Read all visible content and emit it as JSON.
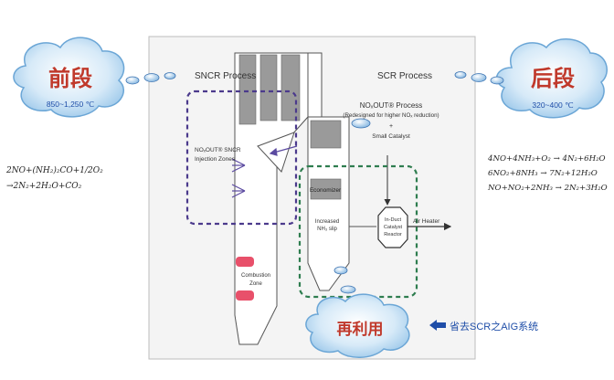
{
  "left_cloud": {
    "title": "前段",
    "temp": "850~1,250 ℃"
  },
  "right_cloud": {
    "title": "后段",
    "temp": "320~400 ℃"
  },
  "bottom_cloud": {
    "title": "再利用"
  },
  "bottom_note": "省去SCR之AIG系统",
  "left_equation": {
    "line1": "2NO+(NH₂)₂CO+1/2O₂",
    "line2": "→2N₂+2H₂O+CO₂"
  },
  "right_equations": {
    "line1": "4NO+4NH₃+O₂ → 4N₂+6H₂O",
    "line2": "6NO₂+8NH₃ → 7N₂+12H₂O",
    "line3": "NO+NO₂+2NH₃ → 2N₂+3H₂O"
  },
  "diagram": {
    "sncr_process": "SNCR Process",
    "scr_process": "SCR Process",
    "noxout_line1": "NOₓOUT® Process",
    "noxout_line2": "(Redesigned for higher NOₓ reduction)",
    "plus": "+",
    "small_catalyst": "Small Catalyst",
    "injection_line1": "NOₓOUT® SNCR",
    "injection_line2": "Injection Zones",
    "economizer": "Economizer",
    "increased_line1": "Increased",
    "increased_line2": "NH₃ slip",
    "induct_line1": "In-Duct",
    "induct_line2": "Catalyst",
    "induct_line3": "Reactor",
    "air_heater": "Air Heater",
    "combustion_line1": "Combustion",
    "combustion_line2": "Zone"
  },
  "colors": {
    "cloud_fill": "#cfe6f7",
    "cloud_stroke": "#6ba6d6",
    "cloud_title": "#c0392b",
    "purple_box": "#4b3a8c",
    "green_box": "#2e7d4f",
    "note_arrow": "#1f4ea8",
    "combustion": "#e8506a"
  }
}
